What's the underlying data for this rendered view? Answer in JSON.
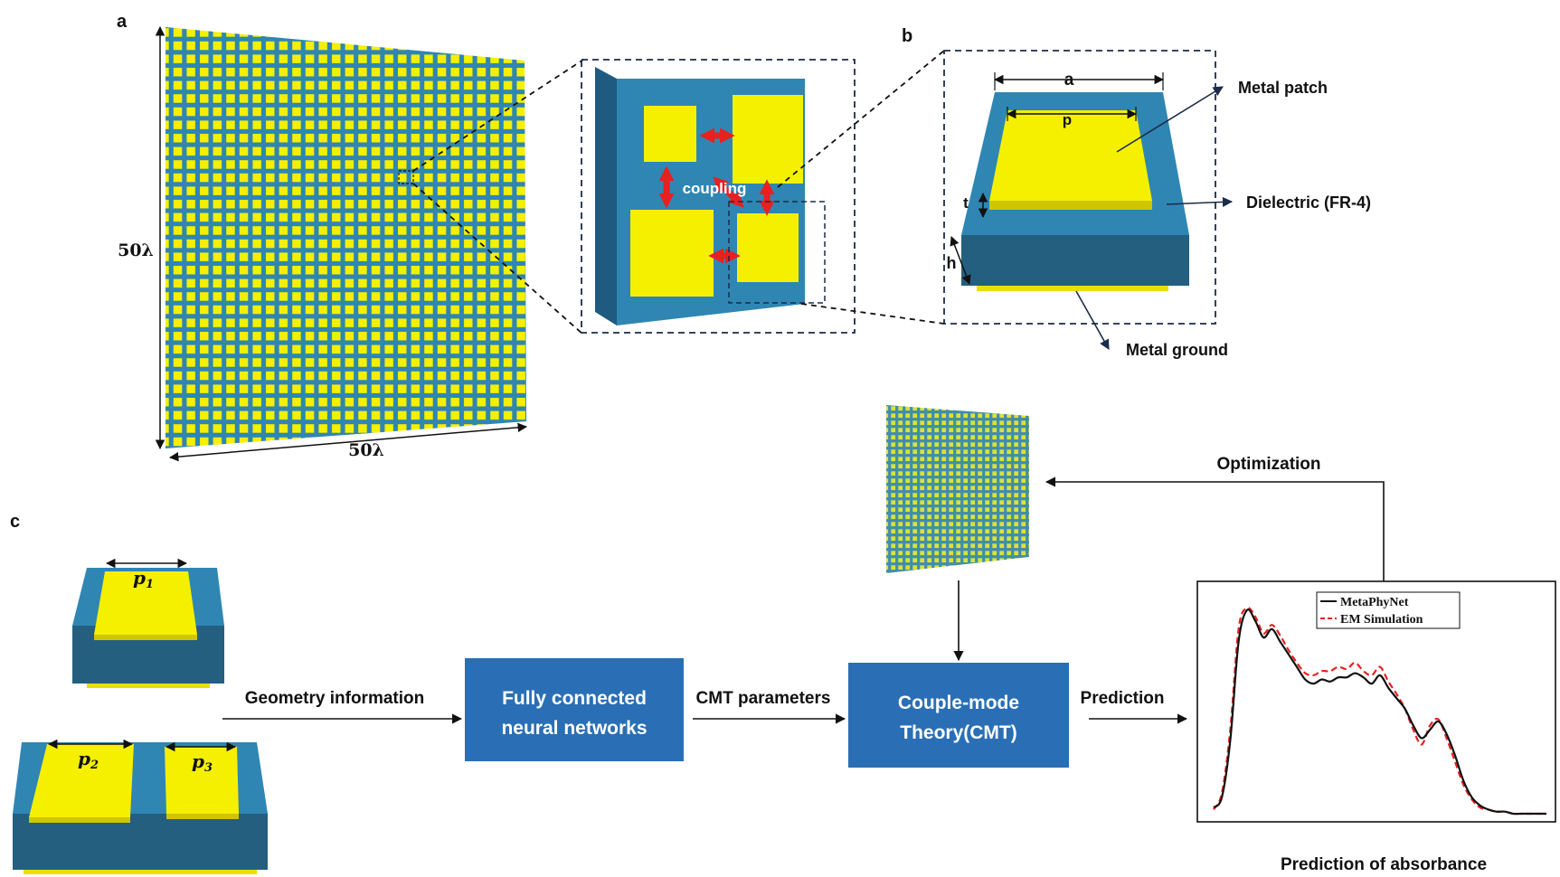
{
  "panels": {
    "a": "a",
    "b": "b",
    "c": "c"
  },
  "panel_a": {
    "height_label": "50λ",
    "width_label": "50λ",
    "coupling_label": "coupling"
  },
  "panel_b": {
    "dim_a": "a",
    "dim_p": "p",
    "dim_t": "t",
    "dim_h": "h",
    "metal_patch": "Metal patch",
    "dielectric": "Dielectric (FR-4)",
    "metal_ground": "Metal ground"
  },
  "panel_c": {
    "p1": "p",
    "p1_sub": "1",
    "p2": "p",
    "p2_sub": "2",
    "p3": "p",
    "p3_sub": "3",
    "geometry_information": "Geometry information",
    "fcnn_line1": "Fully connected",
    "fcnn_line2": "neural networks",
    "cmt_parameters": "CMT parameters",
    "cmt_line1": "Couple-mode",
    "cmt_line2": "Theory(CMT)",
    "prediction": "Prediction",
    "optimization": "Optimization",
    "prediction_of_absorbance": "Prediction of absorbance"
  },
  "colors": {
    "substrate": "#2f86b3",
    "substrate_dark": "#245f7f",
    "patch": "#f4f000",
    "box": "#2a6fb5",
    "arrow_red": "#e8201f",
    "sim_red": "#e8201f"
  },
  "chart_data": {
    "type": "line",
    "title": "",
    "xlabel": "",
    "ylabel": "",
    "x": [
      0,
      1,
      2,
      3,
      4,
      5,
      6,
      7,
      8,
      9,
      10,
      11,
      12,
      13,
      14,
      15,
      16,
      17,
      18,
      19,
      20,
      21,
      22,
      23,
      24,
      25,
      26,
      27,
      28,
      29,
      30,
      31,
      32,
      33,
      34,
      35,
      36,
      37,
      38,
      39,
      40
    ],
    "xlim": [
      0,
      40
    ],
    "ylim": [
      0,
      1
    ],
    "series": [
      {
        "name": "MetaPhyNet",
        "style": "solid",
        "color": "#111111",
        "values": [
          0.03,
          0.08,
          0.35,
          0.82,
          0.97,
          0.92,
          0.84,
          0.88,
          0.82,
          0.76,
          0.7,
          0.64,
          0.62,
          0.64,
          0.63,
          0.65,
          0.65,
          0.67,
          0.65,
          0.62,
          0.66,
          0.6,
          0.55,
          0.5,
          0.42,
          0.36,
          0.4,
          0.44,
          0.38,
          0.28,
          0.16,
          0.08,
          0.04,
          0.02,
          0.01,
          0.01,
          0.0,
          0.0,
          0.0,
          0.0,
          0.0
        ]
      },
      {
        "name": "EM Simulation",
        "style": "dashed",
        "color": "#e8201f",
        "values": [
          0.02,
          0.1,
          0.4,
          0.88,
          0.98,
          0.94,
          0.86,
          0.9,
          0.85,
          0.78,
          0.72,
          0.67,
          0.66,
          0.68,
          0.68,
          0.7,
          0.69,
          0.72,
          0.68,
          0.66,
          0.7,
          0.63,
          0.57,
          0.5,
          0.4,
          0.33,
          0.42,
          0.45,
          0.36,
          0.25,
          0.14,
          0.07,
          0.03,
          0.02,
          0.01,
          0.01,
          0.0,
          0.0,
          0.0,
          0.0,
          0.0
        ]
      }
    ],
    "legend": "top-right",
    "grid": false
  }
}
